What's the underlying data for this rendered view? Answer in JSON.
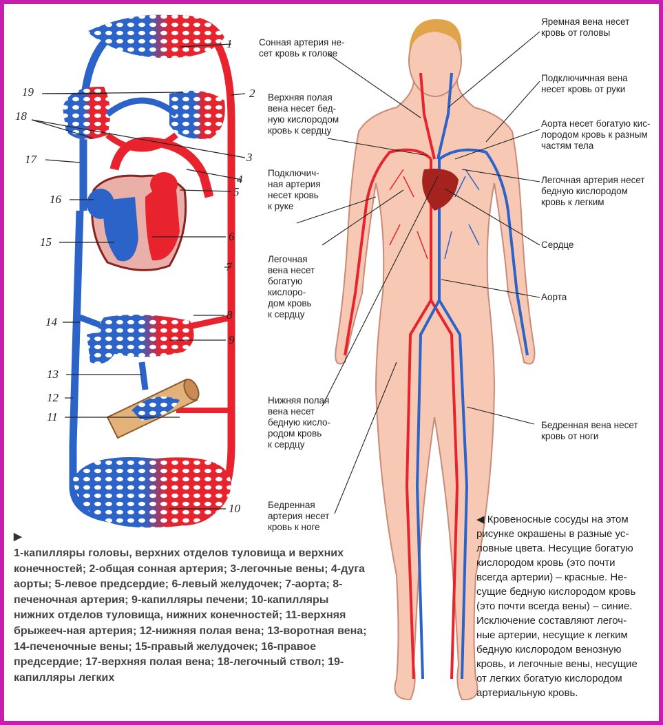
{
  "diagram_numbers": [
    "1",
    "2",
    "3",
    "4",
    "5",
    "6",
    "7",
    "8",
    "9",
    "10",
    "11",
    "12",
    "13",
    "14",
    "15",
    "16",
    "17",
    "18",
    "19"
  ],
  "labels": {
    "carotid": "Сонная артерия не-\nсет кровь к голове",
    "sup_vena_cava": "Верхняя полая\nвена несет бед-\nную кислородом\nкровь к сердцу",
    "subclavian_artery": "Подключич-\nная артерия\nнесет кровь\nк руке",
    "pulm_vein": "Легочная\nвена несет\nбогатую\nкислоро-\nдом кровь\nк сердцу",
    "inf_vena_cava": "Нижняя полая\nвена несет\nбедную кисло-\nродом кровь\nк сердцу",
    "femoral_artery": "Бедренная\nартерия несет\nкровь к ноге",
    "jugular_vein": "Яремная вена несет\nкровь от головы",
    "subclavian_vein": "Подключичная вена\nнесет кровь от руки",
    "aorta_rich": "Аорта несет богатую кис-\nлородом кровь к разным\nчастям тела",
    "pulm_artery": "Легочная артерия несет\nбедную кислородом\nкровь к легким",
    "heart": "Сердце",
    "aorta": "Аорта",
    "femoral_vein": "Бедренная вена несет\nкровь от ноги"
  },
  "legend": {
    "marker": "▶",
    "text": "1-капилляры головы, верхних отделов туловища и верхних конечностей; 2-общая сонная артерия; 3-легочные вены; 4-дуга аорты; 5-левое предсердие; 6-левый желудочек; 7-аорта; 8-печеночная артерия; 9-капилляры печени; 10-капилляры нижних отделов туловища, нижних конечностей; 11-верхняя брыжееч-ная артерия; 12-нижняя полая вена; 13-воротная вена; 14-печеночные вены; 15-правый желудочек; 16-правое предсердие; 17-верхняя полая вена; 18-легочный ствол; 19-капилляры легких"
  },
  "caption": "◀ Кровеносные сосуды на этом\nрисунке окрашены в разные ус-\nловные цвета. Несущие богатую\nкислородом кровь (это почти\nвсегда артерии) – красные. Не-\nсущие бедную кислородом кровь\n(это почти всегда вены) – синие.\nИсключение составляют легоч-\nные артерии, несущие к легким\nбедную кислородом венозную\nкровь, и легочные вены, несущие\nот легких богатую кислородом\nартериальную кровь.",
  "colors": {
    "artery_red": "#e8232e",
    "vein_blue": "#2b63c8",
    "frame": "#c61fae",
    "skin": "#f7c9b4"
  }
}
